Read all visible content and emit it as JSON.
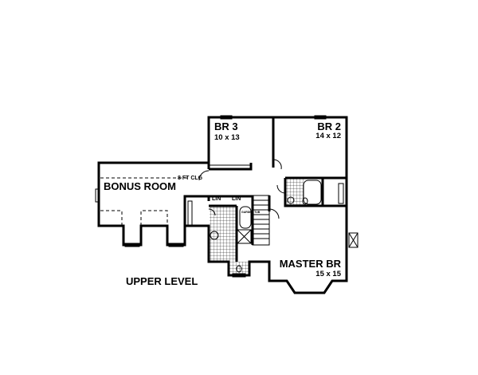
{
  "plan": {
    "level_label": "UPPER LEVEL",
    "rooms": [
      {
        "name": "BR 3",
        "size": "10 x 13"
      },
      {
        "name": "BR 2",
        "size": "14 x 12"
      },
      {
        "name": "BONUS ROOM",
        "note": "8 FT CLG"
      },
      {
        "name": "MASTER BR",
        "size": "15 x 15"
      }
    ],
    "closets": [
      "LIN",
      "LIN"
    ],
    "fixture_label": "GARDEN TUB"
  }
}
